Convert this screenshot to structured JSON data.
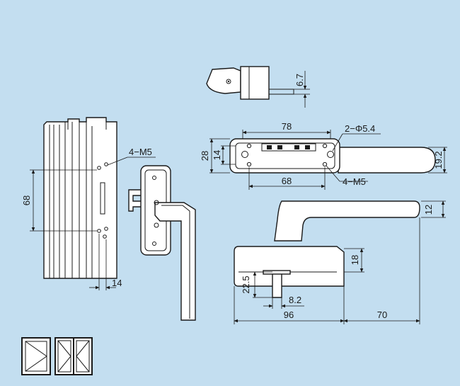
{
  "colors": {
    "background": "#c3def0",
    "stroke": "#1a1a1a",
    "part_fill": "#ffffff"
  },
  "dimensions": {
    "cam_thickness": "6.7",
    "base_width": "78",
    "base_hole_spec": "2−Φ5.4",
    "base_height": "28",
    "base_inner_height": "14",
    "base_hole_spacing": "68",
    "base_thread_spec": "4−M5",
    "handle_end_height": "19.2",
    "profile_thread_spec": "4−M5",
    "profile_hole_spacing": "68",
    "profile_offset": "14",
    "lever_thickness": "12",
    "base_side_height": "18",
    "spindle_length": "22.5",
    "spindle_width": "8.2",
    "side_base_length": "96",
    "lever_length": "70"
  },
  "icons": [
    "window-single-sash-icon",
    "window-double-sash-icon"
  ]
}
